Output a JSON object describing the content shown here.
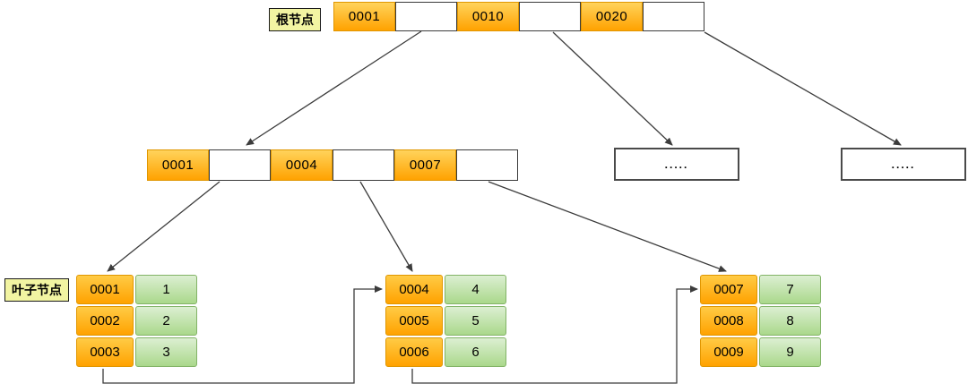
{
  "labels": {
    "root": "根节点",
    "leaf": "叶子节点"
  },
  "root_node": {
    "cells": [
      "0001",
      "",
      "0010",
      "",
      "0020",
      ""
    ]
  },
  "internal_node": {
    "cells": [
      "0001",
      "",
      "0004",
      "",
      "0007",
      ""
    ]
  },
  "ellipsis_nodes": [
    {
      "text": "....."
    },
    {
      "text": "....."
    }
  ],
  "leaf_nodes": [
    {
      "rows": [
        {
          "key": "0001",
          "value": "1"
        },
        {
          "key": "0002",
          "value": "2"
        },
        {
          "key": "0003",
          "value": "3"
        }
      ]
    },
    {
      "rows": [
        {
          "key": "0004",
          "value": "4"
        },
        {
          "key": "0005",
          "value": "5"
        },
        {
          "key": "0006",
          "value": "6"
        }
      ]
    },
    {
      "rows": [
        {
          "key": "0007",
          "value": "7"
        },
        {
          "key": "0008",
          "value": "8"
        },
        {
          "key": "0009",
          "value": "9"
        }
      ]
    }
  ],
  "colors": {
    "key_cell_gradient_top": "#FFD35B",
    "key_cell_gradient_bottom": "#FFA200",
    "key_cell_border": "#E09600",
    "value_cell_gradient_top": "#DCEFD2",
    "value_cell_gradient_bottom": "#AAD88B",
    "value_cell_border": "#82B366",
    "label_bg": "#F2F4A2",
    "arrow": "#3C3C3C"
  }
}
